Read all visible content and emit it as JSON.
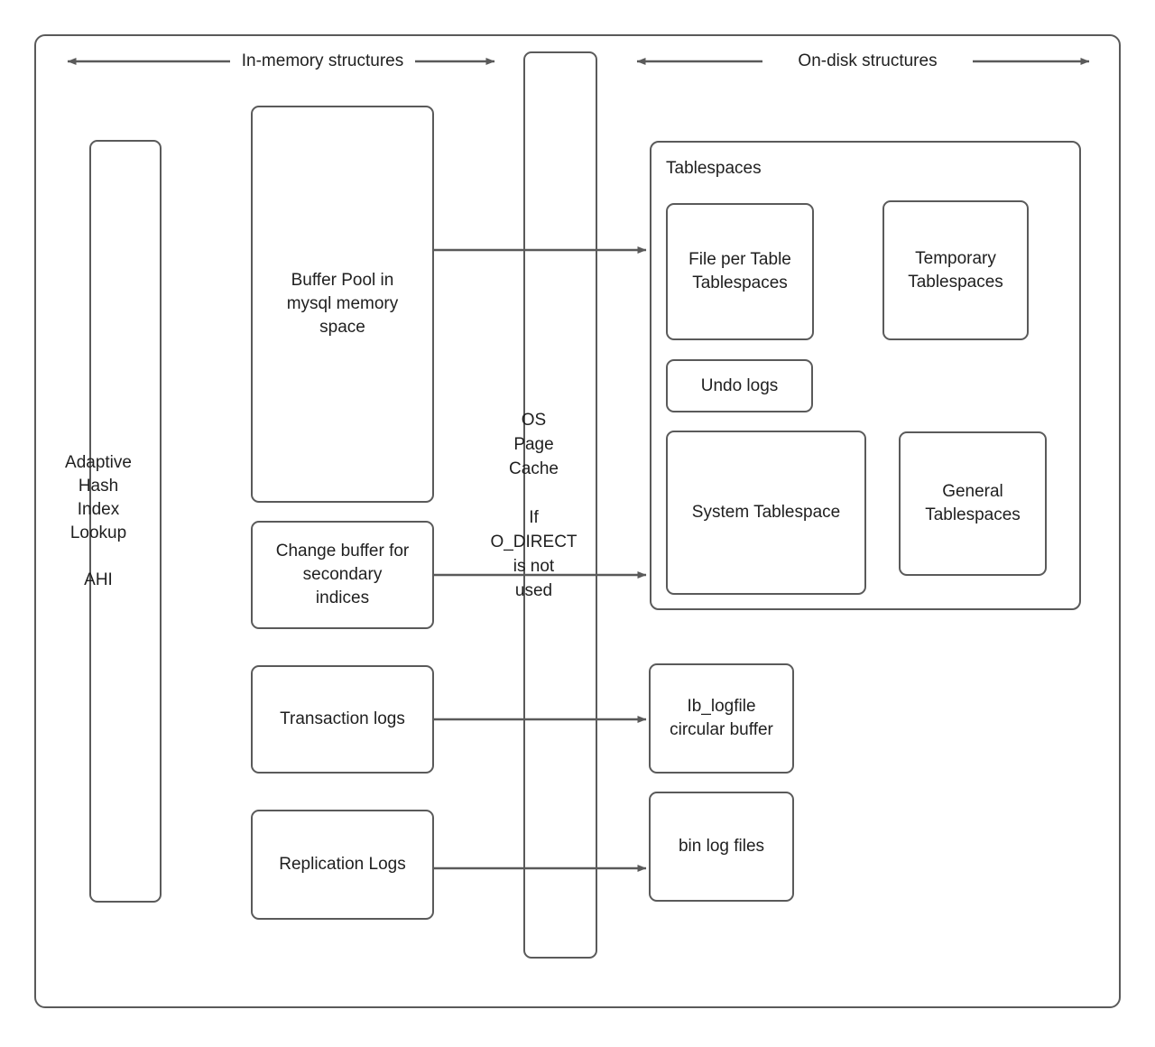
{
  "diagram": {
    "title": "MySQL InnoDB in-memory and on-disk structures",
    "stroke_color": "#5a5a5a",
    "text_color": "#1f1f1f",
    "background": "#ffffff"
  },
  "axes": {
    "in_memory_label": "In-memory structures",
    "on_disk_label": "On-disk structures"
  },
  "memory": {
    "ahi_box": "Adaptive\nHash\nIndex\nLookup\n\nAHI",
    "buffer_pool_box": "Buffer Pool in\nmysql memory\nspace",
    "change_buffer_box": "Change buffer for\nsecondary\nindices",
    "transaction_logs_box": "Transaction logs",
    "replication_logs_box": "Replication Logs"
  },
  "page_cache": {
    "label": "OS\nPage\nCache\n\nIf\nO_DIRECT\nis not\nused"
  },
  "disk": {
    "tablespaces_group_title": "Tablespaces",
    "file_per_table_box": "File per Table\nTablespaces",
    "temporary_tablespaces_box": "Temporary\nTablespaces",
    "undo_logs_box": "Undo logs",
    "system_tablespace_box": "System Tablespace",
    "general_tablespaces_box": "General\nTablespaces",
    "ib_logfile_box": "Ib_logfile\ncircular buffer",
    "bin_log_files_box": "bin log files"
  },
  "connectors": [
    {
      "name": "buffer-pool-to-file-per-table",
      "from": "Buffer Pool in mysql memory space",
      "to": "File per Table Tablespaces"
    },
    {
      "name": "change-buffer-to-system-tablespace",
      "from": "Change buffer for secondary indices",
      "to": "System Tablespace"
    },
    {
      "name": "transaction-logs-to-ib-logfile",
      "from": "Transaction logs",
      "to": "Ib_logfile circular buffer"
    },
    {
      "name": "replication-logs-to-bin-log-files",
      "from": "Replication Logs",
      "to": "bin log files"
    }
  ]
}
